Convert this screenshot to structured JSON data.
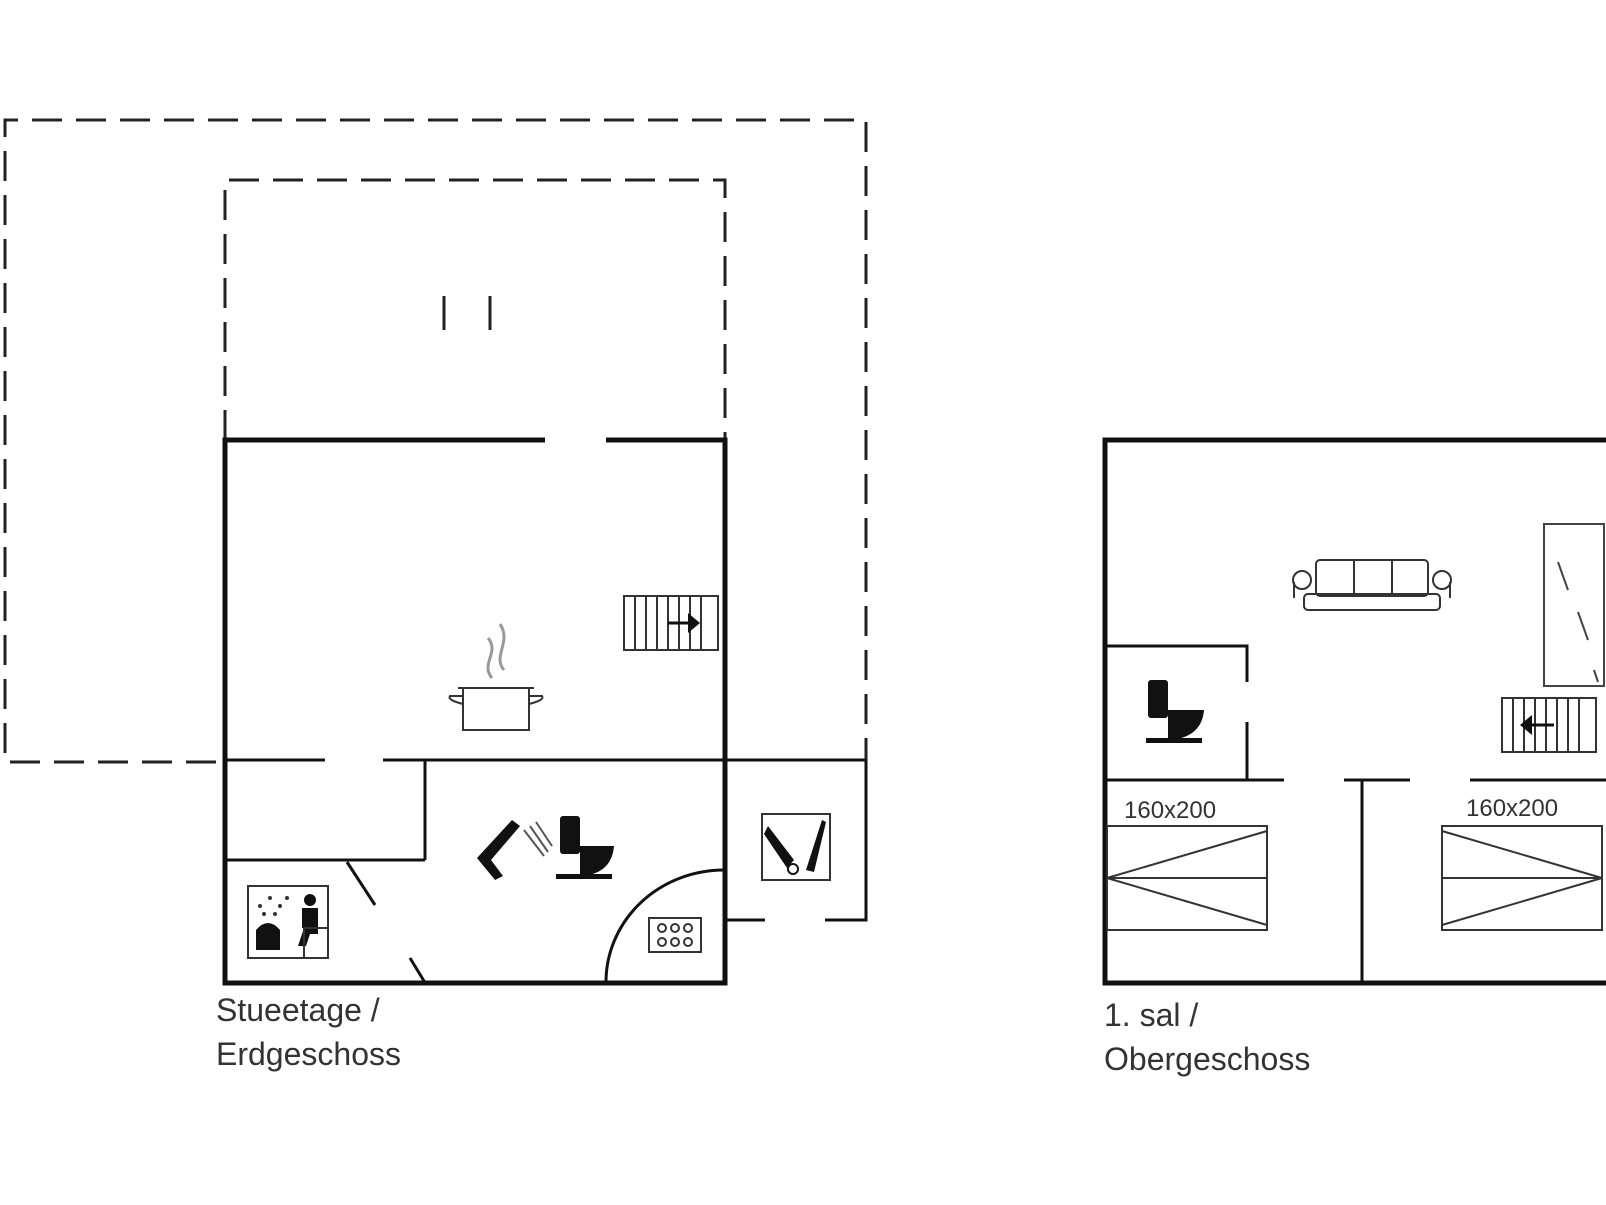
{
  "floors": [
    {
      "id": "ground",
      "caption_line1": "Stueetage /",
      "caption_line2": "Erdgeschoss"
    },
    {
      "id": "upper",
      "caption_line1": "1. sal /",
      "caption_line2": "Obergeschoss",
      "bed_left_size": "160x200",
      "bed_right_size": "160x200"
    }
  ],
  "icons": [
    "stove-pot-icon",
    "staircase-icon",
    "shower-icon",
    "toilet-icon",
    "washing-machine-icon",
    "laundry-brush-icon",
    "sauna-icon",
    "sofa-icon",
    "bed-icon"
  ],
  "colors": {
    "wall": "#111111",
    "terrace_outline": "#222222",
    "text": "#333333",
    "fixture": "#444444"
  }
}
